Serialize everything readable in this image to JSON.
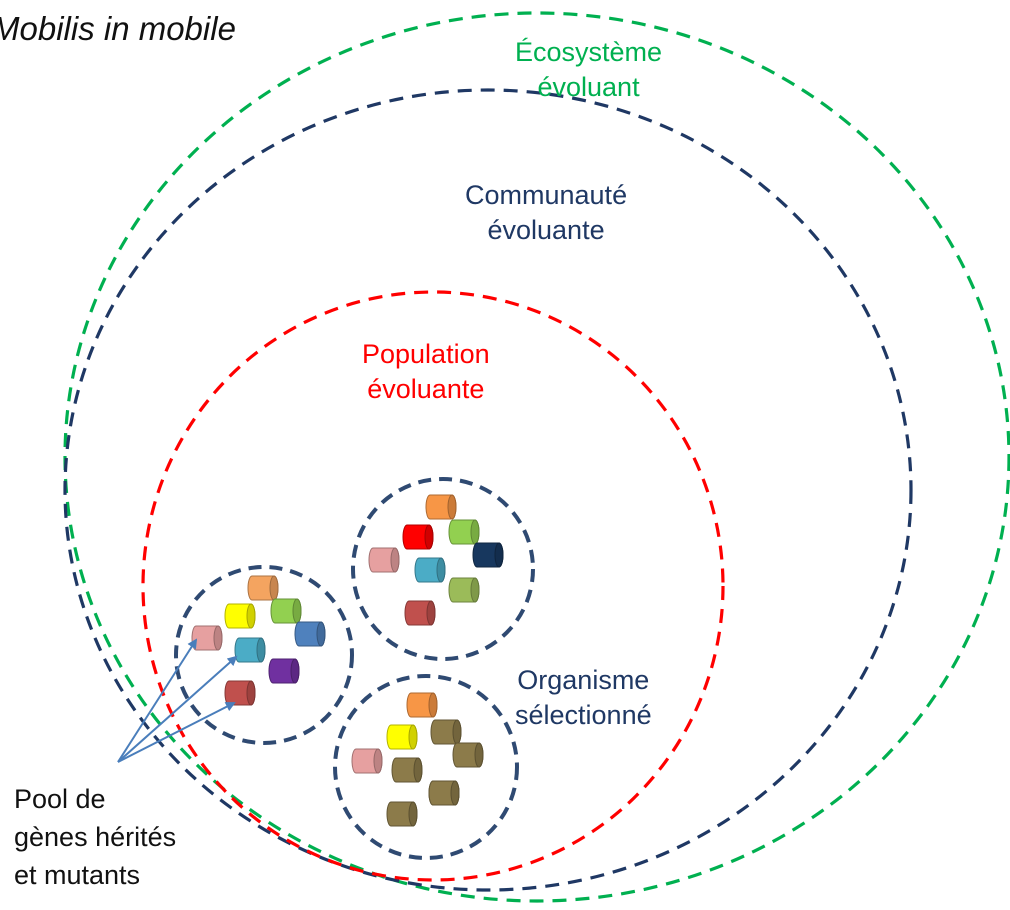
{
  "title": "Mobilis in mobile",
  "labels": {
    "ecosystem": {
      "line1": "Écosystème",
      "line2": "évoluant",
      "color": "#00b050"
    },
    "community": {
      "line1": "Communauté",
      "line2": "évoluante",
      "color": "#1f3864"
    },
    "population": {
      "line1": "Population",
      "line2": "évoluante",
      "color": "#ff0000"
    },
    "organism": {
      "line1": "Organisme",
      "line2": "sélectionné",
      "color": "#1f3864"
    }
  },
  "gene_pool_label": {
    "line1": "Pool de",
    "line2": "gènes hérités",
    "line3": "et mutants"
  },
  "colors": {
    "ecosystem_ring": "#00b050",
    "community_ring": "#1f3864",
    "population_ring": "#ff0000",
    "organism_ring": "#2f4a72",
    "arrows": "#4a7ebb"
  },
  "genes": {
    "organism_left": [
      "#f4a460",
      "#ffff00",
      "#92d050",
      "#e6a0a0",
      "#4bacc6",
      "#4f81bd",
      "#7030a0",
      "#c0504d"
    ],
    "organism_top": [
      "#f79646",
      "#ff0000",
      "#92d050",
      "#e6a0a0",
      "#17375e",
      "#4bacc6",
      "#9bbb59",
      "#c0504d"
    ],
    "organism_bottom": [
      "#f79646",
      "#ffff00",
      "#8c7b4a",
      "#e6a0a0",
      "#8c7b4a",
      "#8c7b4a",
      "#8c7b4a",
      "#8c7b4a",
      "#8c7b4a"
    ]
  }
}
